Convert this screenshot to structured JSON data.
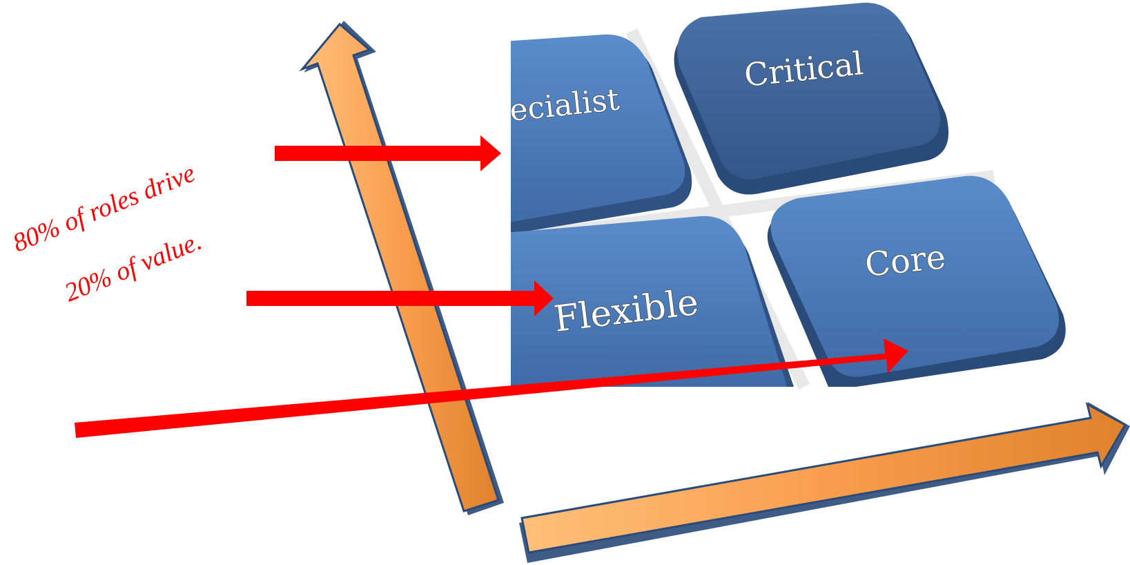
{
  "quadrants": {
    "top_left": "ecialist",
    "top_right": "Critical",
    "bottom_left": "Flexible",
    "bottom_right": "Core"
  },
  "note": {
    "line1": "80% of roles drive",
    "line2": "20% of value."
  },
  "colors": {
    "key_blue": "#4d7fbb",
    "key_dark_blue": "#3e6496",
    "axis_orange": "#f99e4e",
    "axis_navy": "#2a4a7a",
    "callout_red": "#ff0000"
  }
}
